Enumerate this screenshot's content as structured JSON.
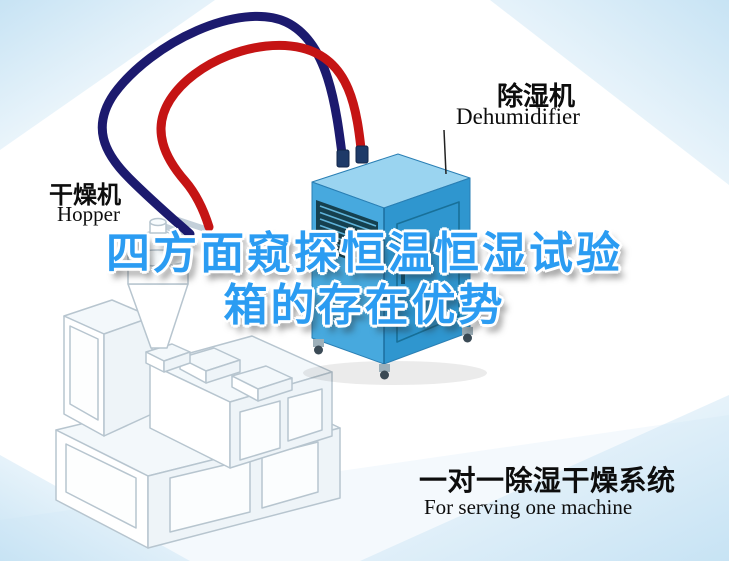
{
  "illustration": {
    "title": {
      "line1": "四方面窥探恒温恒湿试验",
      "line2": "箱的存在优势"
    },
    "callout_dehumidifier": {
      "cn": "除湿机",
      "en": "Dehumidifier"
    },
    "callout_hopper": {
      "cn": "干燥机",
      "en": "Hopper"
    },
    "caption": {
      "cn": "一对一除湿干燥系统",
      "en": "For serving one machine"
    }
  },
  "colors": {
    "title_blue": "#2b9cf2",
    "pipe_navy": "#1c1a6e",
    "pipe_red": "#c51414",
    "machine_blue": "#47a9de",
    "machine_blue_dark": "#2f96cf",
    "machine_blue_top": "#9ad4f0",
    "bg_tint": "#c7e3f4"
  }
}
